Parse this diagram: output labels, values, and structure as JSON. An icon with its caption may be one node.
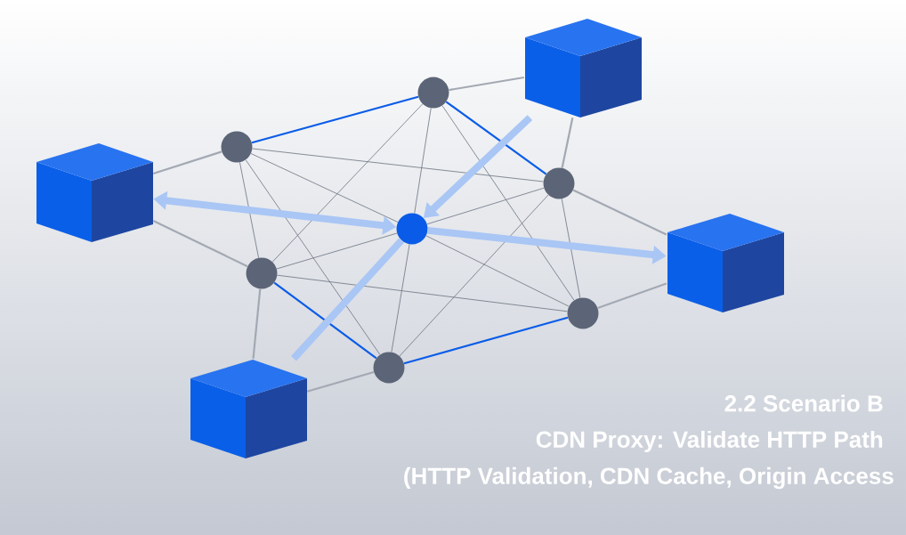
{
  "diagram": {
    "title": "2.2 Scenario B",
    "nodes": [
      {
        "text": [],
        "shape": "box"
      },
      {
        "text": [],
        "shape": "circle"
      },
      {
        "text": [],
        "shape": "circle"
      },
      {
        "text": [],
        "shape": "circle"
      },
      {
        "text": [],
        "shape": "box"
      },
      {
        "text": [],
        "shape": "circle"
      },
      {
        "text": [],
        "shape": "box"
      },
      {
        "text": [],
        "shape": "circle"
      },
      {
        "text": [],
        "shape": "circle"
      },
      {
        "text": [],
        "shape": "circle"
      },
      {
        "text": [],
        "shape": "box"
      }
    ],
    "edges": [
      {
        "from": 2,
        "to": 1,
        "arrow": "none",
        "color": "#0a5ce8"
      },
      {
        "from": 1,
        "to": 3,
        "arrow": "none",
        "color": "#0a5ce8"
      },
      {
        "from": 3,
        "to": 8,
        "arrow": "none"
      },
      {
        "from": 8,
        "to": 9,
        "arrow": "none",
        "color": "#0a5ce8"
      },
      {
        "from": 9,
        "to": 7,
        "arrow": "none",
        "color": "#0a5ce8"
      },
      {
        "from": 7,
        "to": 2,
        "arrow": "none"
      },
      {
        "from": 4,
        "to": 2,
        "arrow": "none",
        "color": "#a3a9b3"
      },
      {
        "from": 4,
        "to": 7,
        "arrow": "none",
        "color": "#a3a9b3"
      },
      {
        "from": 0,
        "to": 1,
        "arrow": "none",
        "color": "#a3a9b3"
      },
      {
        "from": 0,
        "to": 3,
        "arrow": "none",
        "color": "#a3a9b3"
      },
      {
        "from": 6,
        "to": 3,
        "arrow": "none",
        "color": "#a3a9b3"
      },
      {
        "from": 6,
        "to": 8,
        "arrow": "none",
        "color": "#a3a9b3"
      },
      {
        "from": 10,
        "to": 7,
        "arrow": "none",
        "color": "#a3a9b3"
      },
      {
        "from": 10,
        "to": 9,
        "arrow": "none",
        "color": "#a3a9b3"
      },
      {
        "from": 2,
        "to": 3,
        "arrow": "none"
      },
      {
        "from": 2,
        "to": 5,
        "arrow": "none"
      },
      {
        "from": 2,
        "to": 9,
        "arrow": "none"
      },
      {
        "from": 1,
        "to": 7,
        "arrow": "none"
      },
      {
        "from": 1,
        "to": 5,
        "arrow": "none"
      },
      {
        "from": 1,
        "to": 8,
        "arrow": "none"
      },
      {
        "from": 3,
        "to": 5,
        "arrow": "none"
      },
      {
        "from": 3,
        "to": 9,
        "arrow": "none"
      },
      {
        "from": 7,
        "to": 5,
        "arrow": "none"
      },
      {
        "from": 7,
        "to": 8,
        "arrow": "none"
      },
      {
        "from": 5,
        "to": 8,
        "arrow": "none"
      },
      {
        "from": 5,
        "to": 9,
        "arrow": "none"
      },
      {
        "from": 4,
        "to": 5,
        "arrow": "both",
        "style": "thick",
        "color": "#a9c6f5"
      },
      {
        "from": 5,
        "to": 6,
        "arrow": "to",
        "style": "thick",
        "color": "#a9c6f5"
      },
      {
        "from": 0,
        "to": 5,
        "arrow": "to",
        "style": "thick",
        "color": "#a9c6f5"
      },
      {
        "from": 10,
        "to": 5,
        "arrow": "none",
        "style": "thick",
        "color": "#a9c6f5"
      }
    ],
    "labels": [
      "CDN Proxy: Validate HTTP Path",
      "(HTTP Validation, CDN Cache, Origin Access"
    ]
  }
}
